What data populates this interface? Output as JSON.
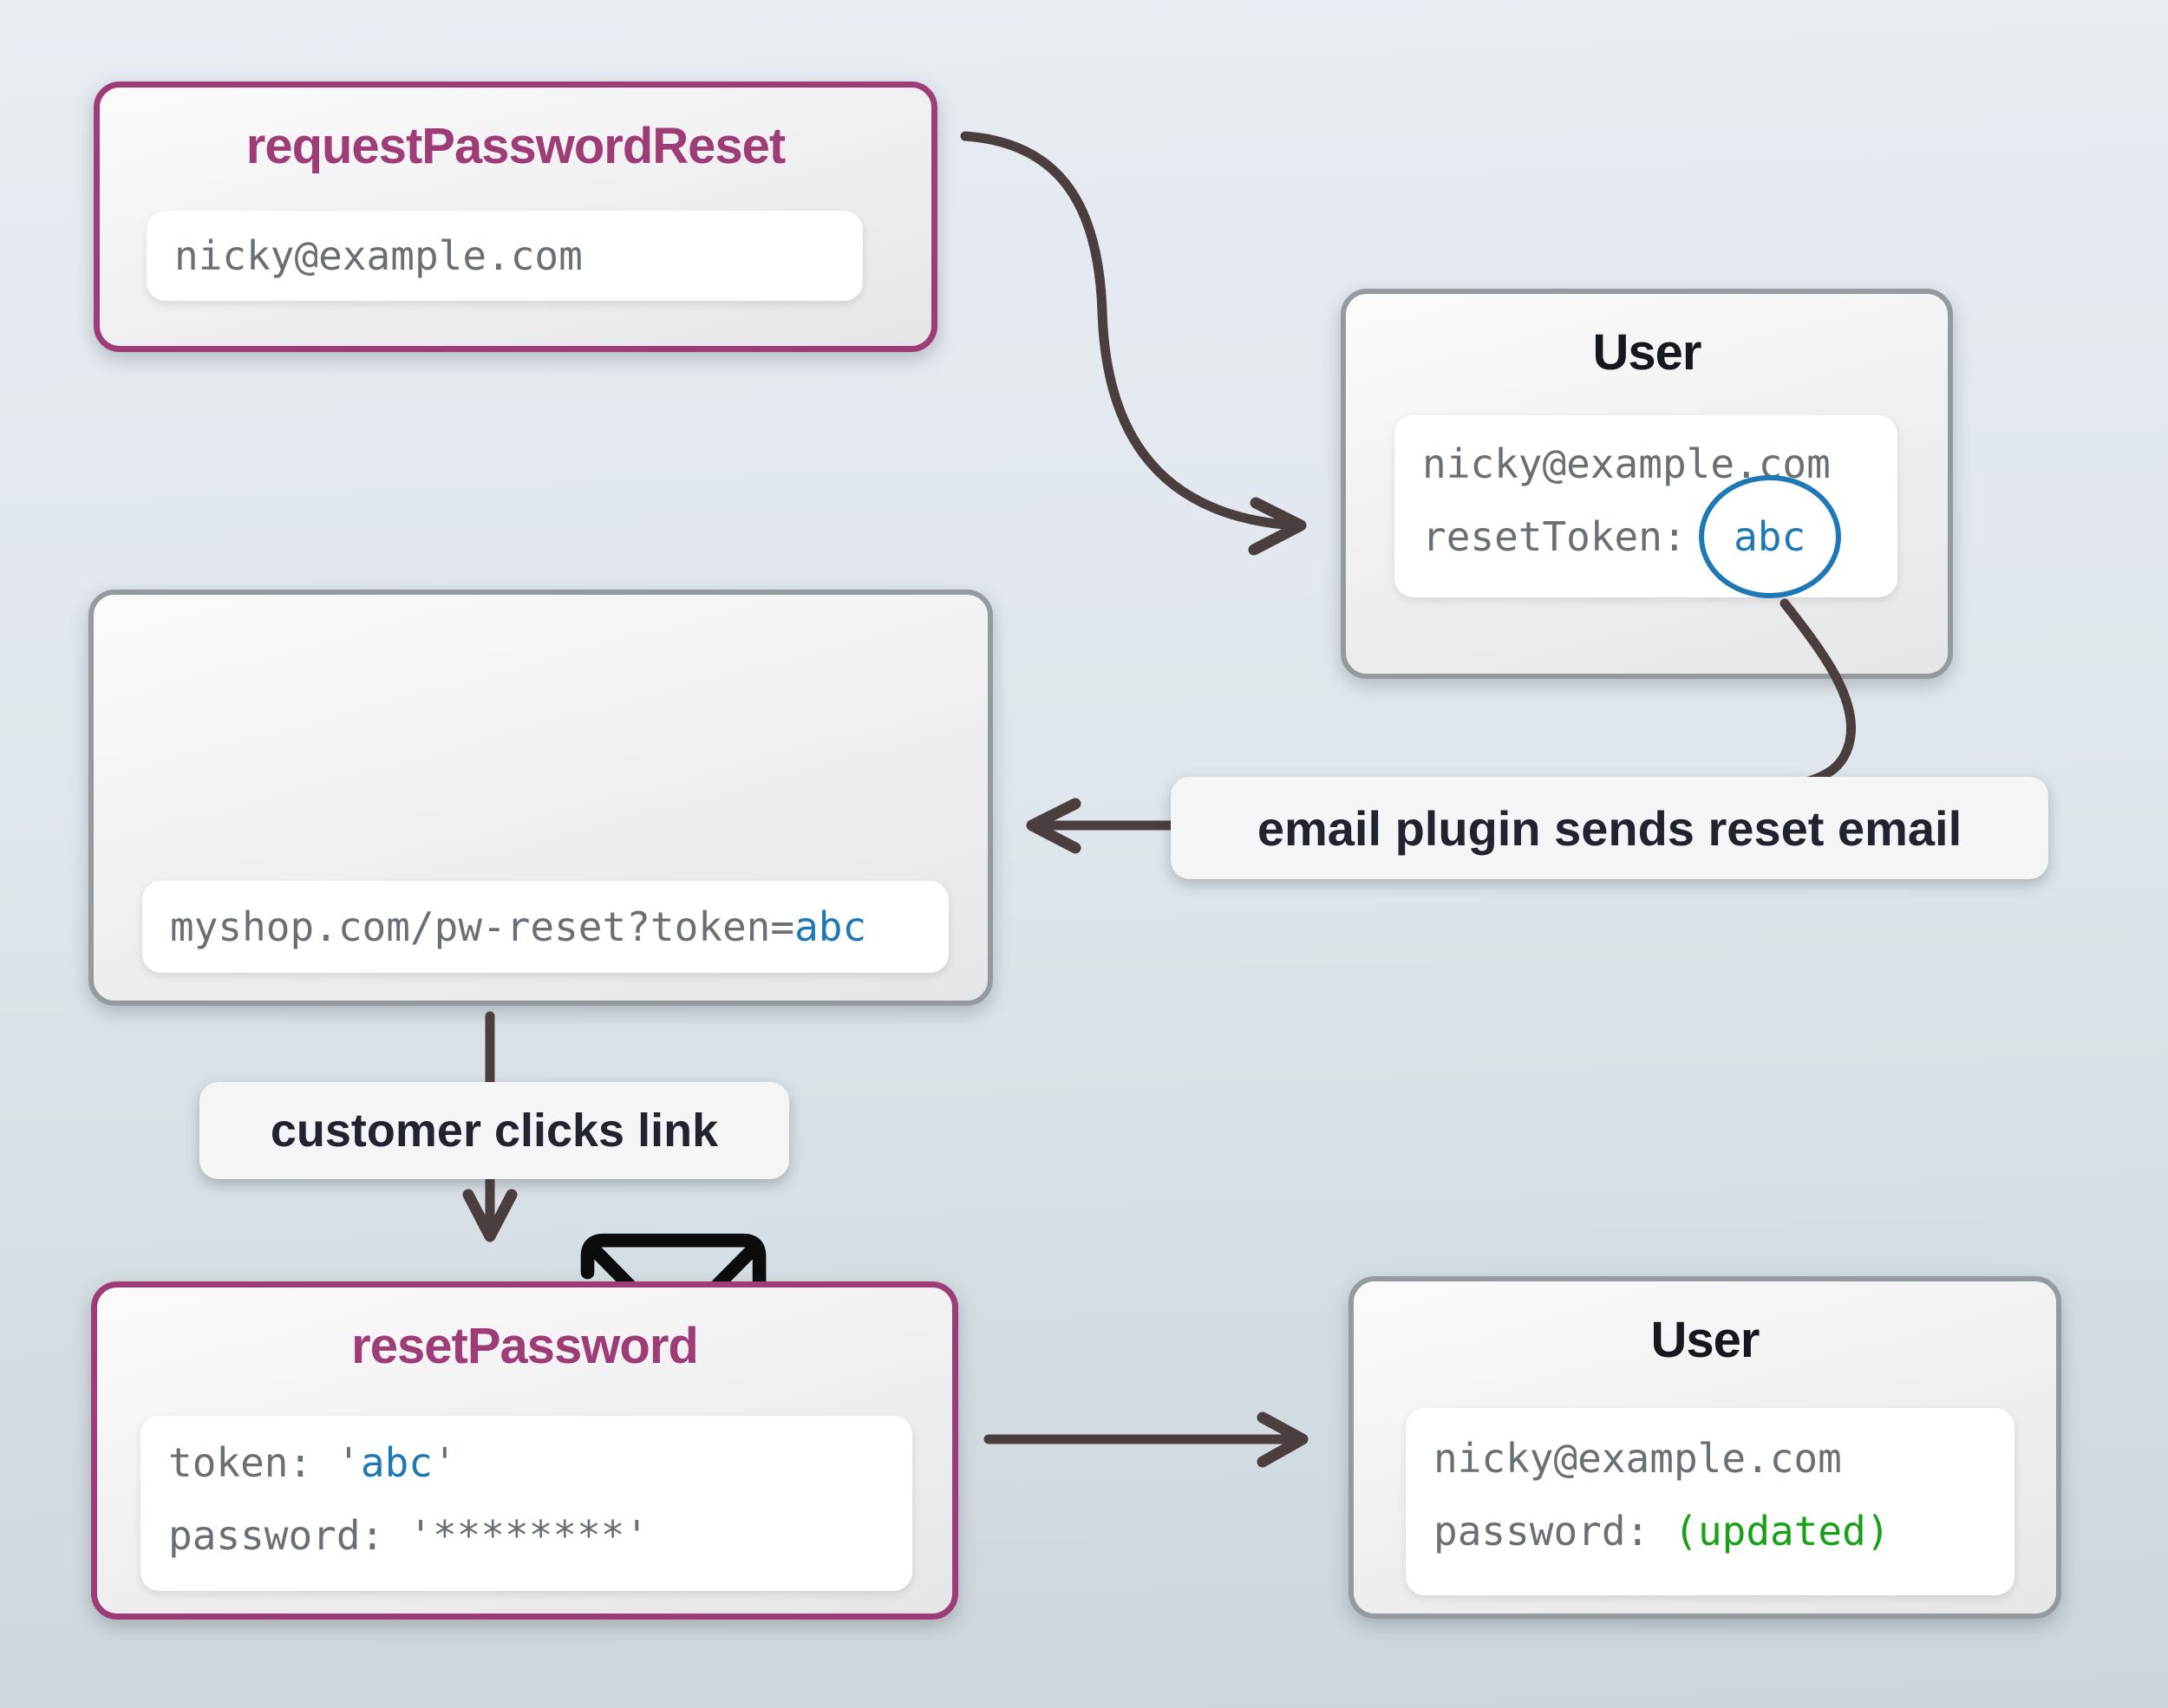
{
  "colors": {
    "purple": "#9e3c78",
    "blue": "#1d78b5",
    "green": "#18a018",
    "gray_text": "#686f75",
    "dark_text": "#20242e",
    "arrow": "#4b3e3e",
    "gray_border": "#949a9f"
  },
  "nodes": {
    "request_password_reset": {
      "title": "requestPasswordReset",
      "email_input": "nicky@example.com"
    },
    "user_after_request": {
      "title": "User",
      "email": "nicky@example.com",
      "reset_token_label": "resetToken:",
      "reset_token_value": "abc"
    },
    "reset_email": {
      "icon": "send-email-icon",
      "link_prefix": "myshop.com/pw-reset?token=",
      "link_token": "abc"
    },
    "reset_password": {
      "title": "resetPassword",
      "token_label": "token:",
      "token_open_quote": "'",
      "token_value": "abc",
      "token_close_quote": "'",
      "password_label": "password:",
      "password_value": "'********'"
    },
    "user_after_reset": {
      "title": "User",
      "email": "nicky@example.com",
      "password_label": "password:",
      "password_value": "(updated)"
    }
  },
  "annotations": {
    "email_plugin": "email plugin sends reset email",
    "customer_clicks": "customer clicks link"
  }
}
